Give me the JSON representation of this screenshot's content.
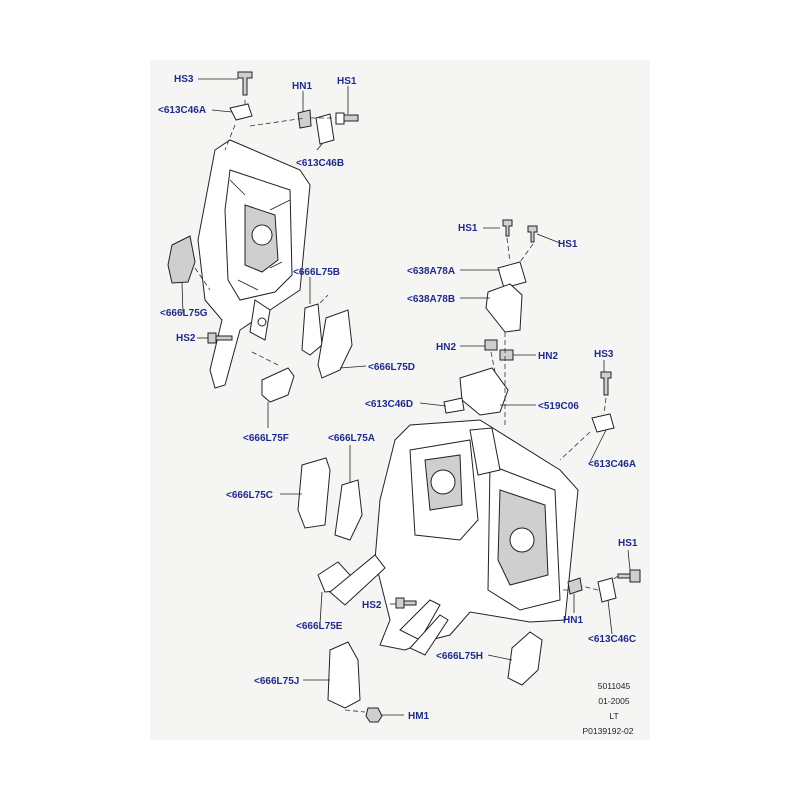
{
  "labels": {
    "hs3_top": "HS3",
    "c46a_top": "<613C46A",
    "hn1_top": "HN1",
    "hs1_top": "HS1",
    "c46b_top": "<613C46B",
    "l75g": "<666L75G",
    "l75b": "<666L75B",
    "hs2_left": "HS2",
    "l75d": "<666L75D",
    "l75f": "<666L75F",
    "hs1_r1": "HS1",
    "hs1_r2": "HS1",
    "a78a": "<638A78A",
    "a78b": "<638A78B",
    "hn2_left": "HN2",
    "hn2_right": "HN2",
    "hs3_right": "HS3",
    "c46d": "<613C46D",
    "c06": "<519C06",
    "l75a": "<666L75A",
    "c46a_right": "<613C46A",
    "l75c": "<666L75C",
    "hs1_br": "HS1",
    "hs2_bottom": "HS2",
    "hn1_bottom": "HN1",
    "c46c": "<613C46C",
    "l75e": "<666L75E",
    "l75h": "<666L75H",
    "l75j": "<666L75J",
    "hm1": "HM1"
  },
  "footer": {
    "line1": "5011045",
    "line2": "01-2005",
    "line3": "LT",
    "line4": "P0139192-02"
  }
}
